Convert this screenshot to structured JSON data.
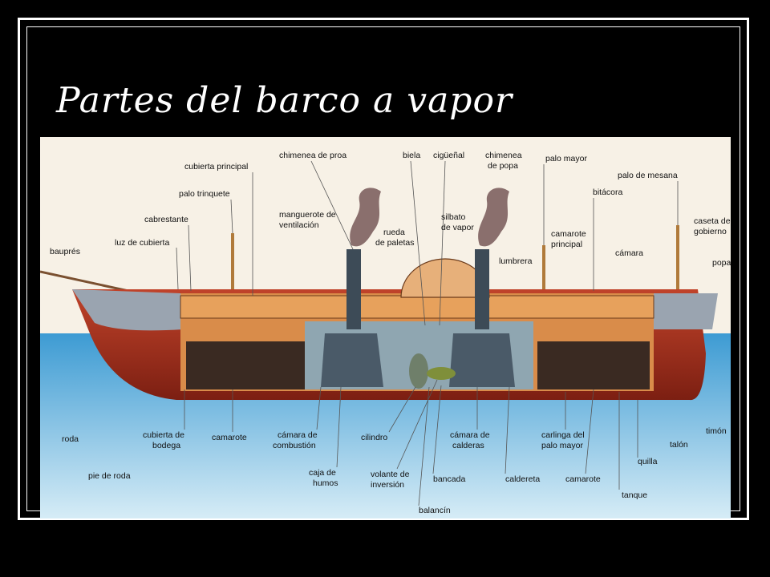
{
  "title": "Partes del barco a vapor",
  "labels": {
    "chimenea_proa": "chimenea de proa",
    "biela": "biela",
    "ciguenal": "cigüeñal",
    "chimenea_popa_1": "chimenea",
    "chimenea_popa_2": "de popa",
    "palo_mayor": "palo mayor",
    "palo_mesana": "palo de mesana",
    "cubierta_principal": "cubierta principal",
    "bitacora": "bitácora",
    "palo_trinquete": "palo trinquete",
    "manguerote_1": "manguerote de",
    "manguerote_2": "ventilación",
    "silbato_1": "silbato",
    "silbato_2": "de vapor",
    "caseta_1": "caseta de",
    "caseta_2": "gobierno",
    "cabrestante": "cabrestante",
    "rueda_1": "rueda",
    "rueda_2": "de paletas",
    "camarote_principal_1": "camarote",
    "camarote_principal_2": "principal",
    "luz_cubierta": "luz de cubierta",
    "bauprés": "bauprés",
    "lumbrera": "lumbrera",
    "camara_top": "cámara",
    "popa": "popa",
    "roda": "roda",
    "cubierta_bodega_1": "cubierta de",
    "cubierta_bodega_2": "bodega",
    "camarote_low": "camarote",
    "camara_combustion_1": "cámara de",
    "camara_combustion_2": "combustión",
    "cilindro": "cilindro",
    "camara_calderas_1": "cámara de",
    "camara_calderas_2": "calderas",
    "carlinga_1": "carlinga del",
    "carlinga_2": "palo mayor",
    "timon": "timón",
    "talon": "talón",
    "quilla": "quilla",
    "pie_roda": "pie de roda",
    "caja_humos_1": "caja de",
    "caja_humos_2": "humos",
    "volante_1": "volante de",
    "volante_2": "inversión",
    "bancada": "bancada",
    "caldereta": "caldereta",
    "camarote_low2": "camarote",
    "tanque": "tanque",
    "balancin": "balancín"
  },
  "colors": {
    "sea": "#4fa8d8",
    "sky": "#f7f1e6",
    "hull_red": "#a8301e",
    "hull_grey": "#9aa4b0",
    "interior": "#d98c4a"
  }
}
